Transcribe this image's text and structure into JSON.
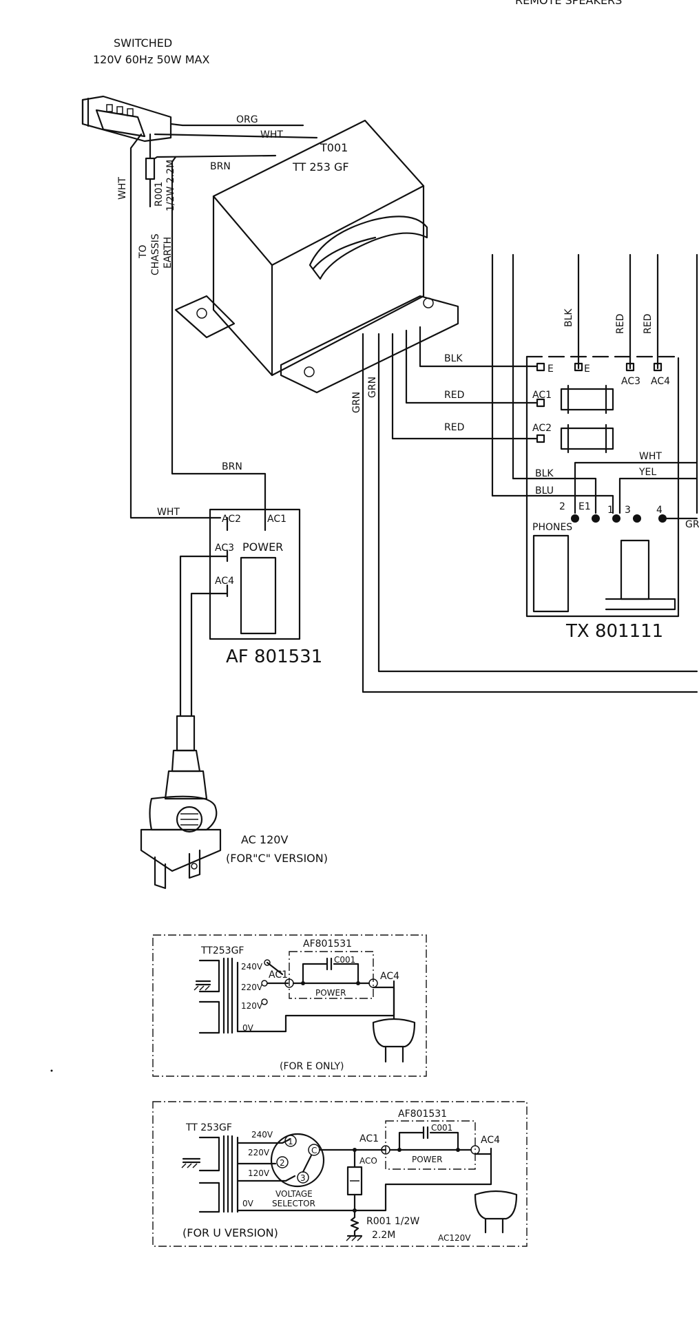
{
  "top_clip_text": "REMOTE SPEAKERS",
  "outlet": {
    "line1": "SWITCHED",
    "line2": "120V 60Hz 50W MAX"
  },
  "transformer": {
    "ref": "T001",
    "model": "TT 253 GF"
  },
  "resistor_main": {
    "ref": "R001",
    "value": "1/2W 2.2M"
  },
  "chassis_earth": [
    "TO",
    "CHASSIS",
    "EARTH"
  ],
  "wire_labels": {
    "org": "ORG",
    "wht_top": "WHT",
    "brn_top": "BRN",
    "wht_side": "WHT",
    "brn_mid": "BRN",
    "wht_mid": "WHT",
    "grn1": "GRN",
    "grn2": "GRN",
    "blk_right": "BLK",
    "red_right1": "RED",
    "red_right2": "RED",
    "blk1": "BLK",
    "red1": "RED",
    "red2": "RED",
    "wht2": "WHT",
    "yel": "YEL",
    "blk2": "BLK",
    "blu": "BLU"
  },
  "tx_board": {
    "name": "TX 801111",
    "terminals": [
      "E",
      "E",
      "AC3",
      "AC4",
      "AC1",
      "AC2"
    ],
    "phones": "PHONES",
    "pins": [
      "2",
      "E1",
      "1",
      "3",
      "4"
    ],
    "clip": "GR"
  },
  "af_board": {
    "name": "AF 801531",
    "terminals": [
      "AC2",
      "AC1",
      "AC3",
      "AC4"
    ],
    "power": "POWER"
  },
  "plug": {
    "line1": "AC 120V",
    "line2": "(FOR\"C\" VERSION)"
  },
  "inset_e": {
    "transformer": "TT253GF",
    "board": "AF801531",
    "cap": "C001",
    "taps": [
      "240V",
      "220V",
      "120V",
      "0V"
    ],
    "ac1": "AC1",
    "ac4": "AC4",
    "power": "POWER",
    "note": "(FOR E ONLY)"
  },
  "inset_u": {
    "transformer": "TT 253GF",
    "board": "AF801531",
    "cap": "C001",
    "taps": [
      "240V",
      "220V",
      "120V",
      "0V"
    ],
    "selector_nums": [
      "1",
      "2",
      "3",
      "C"
    ],
    "selector_label1": "VOLTAGE",
    "selector_label2": "SELECTOR",
    "ac1": "AC1",
    "aco": "ACO",
    "ac4": "AC4",
    "power": "POWER",
    "resistor": "R001 1/2W",
    "resistor_value": "2.2M",
    "plug": "AC120V",
    "note": "(FOR U VERSION)"
  }
}
